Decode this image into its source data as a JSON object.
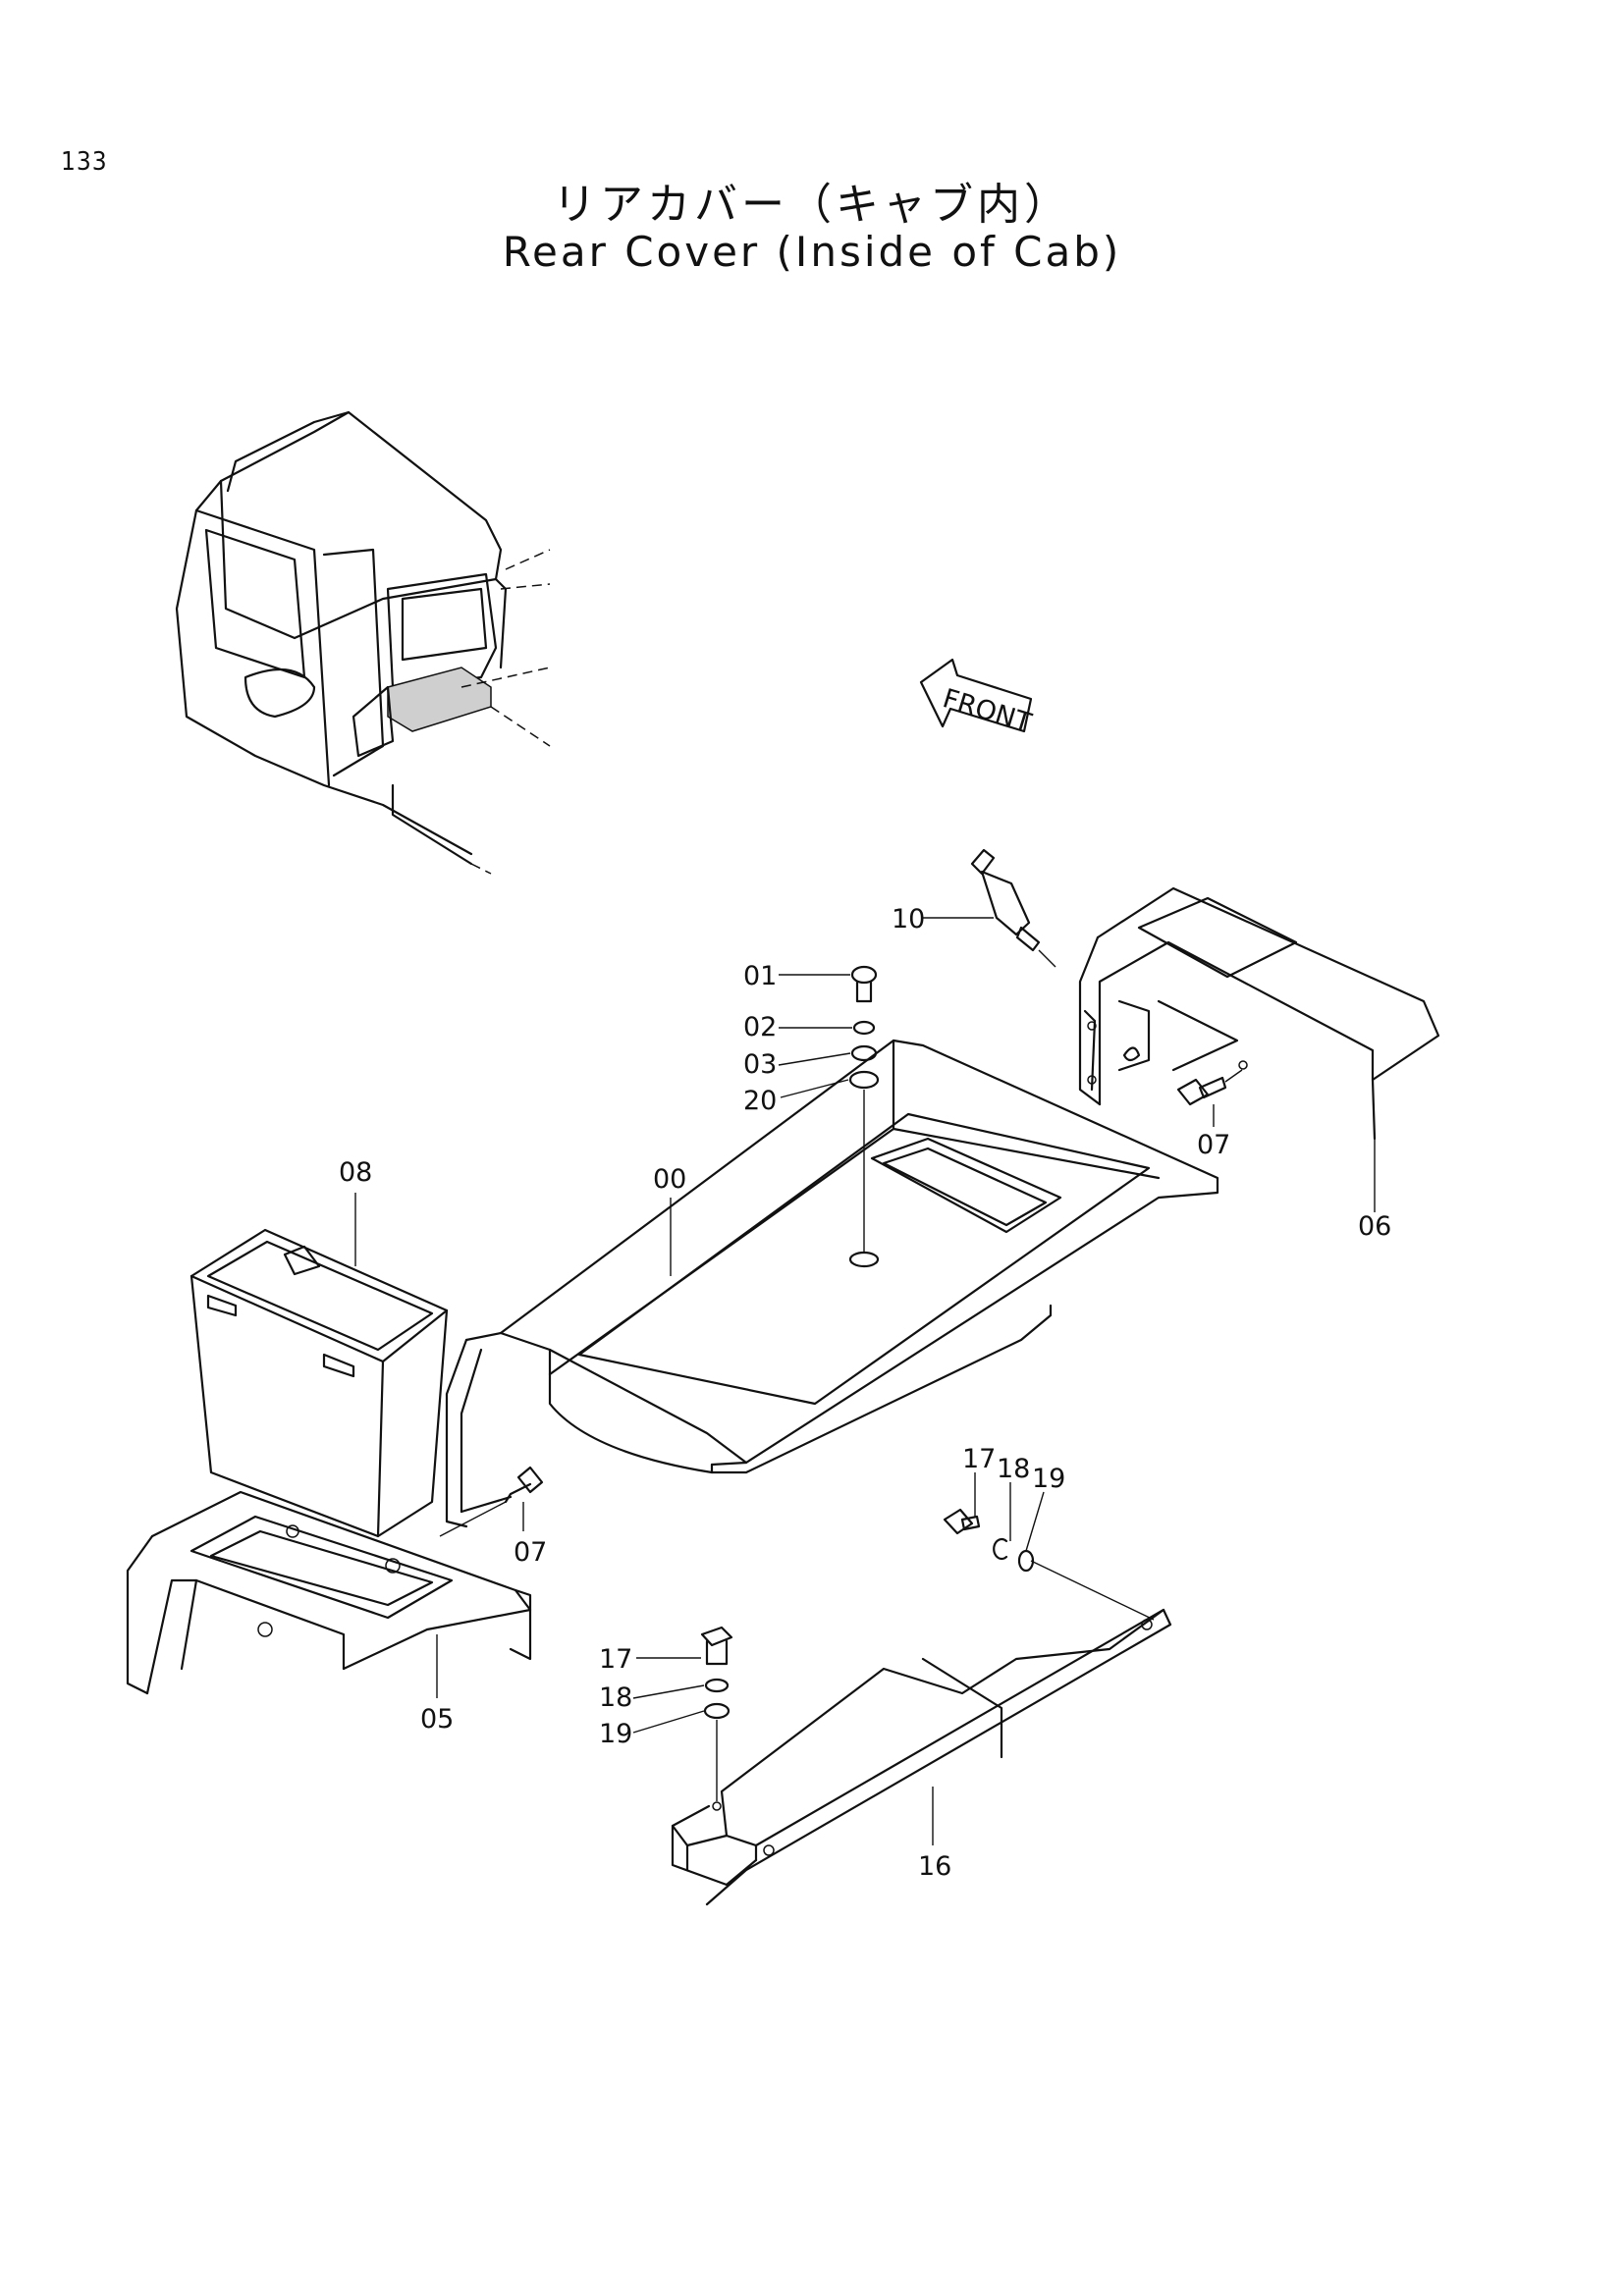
{
  "page": {
    "number": "133",
    "title_jp": "リアカバー（キャブ内）",
    "title_en": "Rear Cover (Inside of Cab)"
  },
  "diagram": {
    "front_arrow_label": "FRONT",
    "callouts": {
      "c00": "00",
      "c01": "01",
      "c02": "02",
      "c03": "03",
      "c20": "20",
      "c10": "10",
      "c07a": "07",
      "c06": "06",
      "c08": "08",
      "c07b": "07",
      "c05": "05",
      "c17a": "17",
      "c18a": "18",
      "c19a": "19",
      "c17b": "17",
      "c18b": "18",
      "c19b": "19",
      "c16": "16"
    }
  }
}
